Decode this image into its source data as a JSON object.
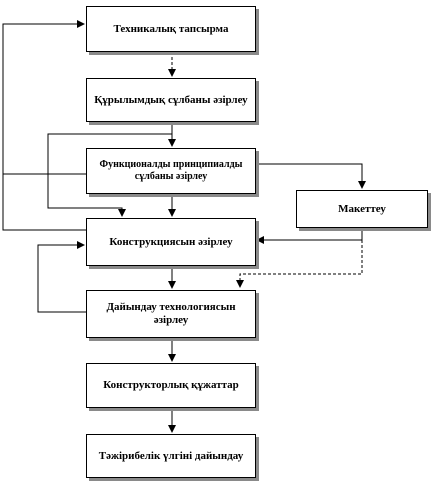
{
  "boxes": {
    "tech_task": "Техникалық тапсырма",
    "structural_scheme": "Құрылымдық сұлбаны әзірлеу",
    "functional_scheme": "Функционалды принципиалды сұлбаны әзірлеу",
    "mockup": "Макеттеу",
    "construction": "Конструкциясын әзірлеу",
    "manufacturing_tech": "Дайындау технологиясын әзірлеу",
    "design_docs": "Конструкторлық құжаттар",
    "prototype": "Тәжірибелік үлгіні дайындау"
  },
  "colors": {
    "line": "#000000",
    "box_border": "#000000",
    "shadow": "#8a8a8a"
  }
}
